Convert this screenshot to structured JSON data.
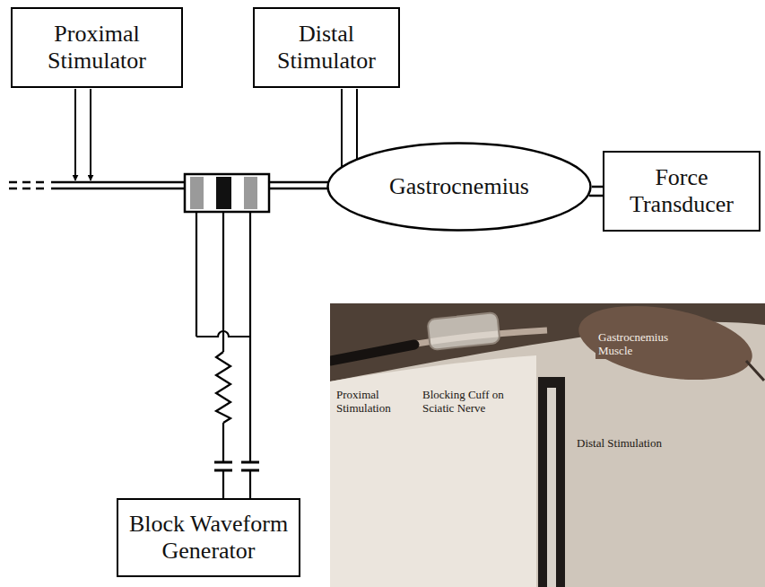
{
  "diagram": {
    "nodes": [
      {
        "text": [
          "Proximal Stimulator"
        ]
      },
      {
        "text": [
          "Distal Stimulator"
        ]
      },
      {
        "text": [
          "Gastrocnemius"
        ]
      },
      {
        "text": [
          "Force Transducer"
        ]
      },
      {
        "text": [
          "Block Waveform Generator"
        ]
      }
    ],
    "edges": [
      {
        "from": 2,
        "to": 3,
        "arrow": "none"
      }
    ],
    "labels": [
      "Proximal Stimulation",
      "Blocking Cuff on Sciatic Nerve",
      "Gastrocnemius Muscle",
      "Distal Stimulation"
    ]
  }
}
